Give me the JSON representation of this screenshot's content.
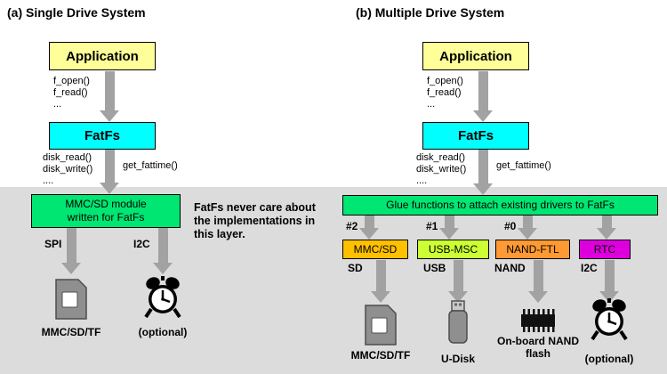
{
  "panels": {
    "left": {
      "title": "(a) Single Drive System",
      "application": "Application",
      "api_calls": [
        "f_open()",
        "f_read()",
        "..."
      ],
      "fatfs": "FatFs",
      "disk_calls": [
        "disk_read()",
        "disk_write()",
        "...."
      ],
      "get_fattime": "get_fattime()",
      "module": "MMC/SD module written for FatFs",
      "note": "FatFs never care about the implementations in this layer.",
      "buses": [
        "SPI",
        "I2C"
      ],
      "devices": [
        "MMC/SD/TF",
        "(optional)"
      ]
    },
    "right": {
      "title": "(b) Multiple Drive System",
      "application": "Application",
      "api_calls": [
        "f_open()",
        "f_read()",
        "..."
      ],
      "fatfs": "FatFs",
      "disk_calls": [
        "disk_read()",
        "disk_write()",
        "...."
      ],
      "get_fattime": "get_fattime()",
      "glue": "Glue functions to attach existing drivers to FatFs",
      "drive_ids": [
        "#2",
        "#1",
        "#0"
      ],
      "drivers": [
        {
          "label": "MMC/SD",
          "color": "#FFC000",
          "bus": "SD",
          "device": "MMC/SD/TF"
        },
        {
          "label": "USB-MSC",
          "color": "#CCFF33",
          "bus": "USB",
          "device": "U-Disk"
        },
        {
          "label": "NAND-FTL",
          "color": "#FF9933",
          "bus": "NAND",
          "device": "On-board NAND flash"
        },
        {
          "label": "RTC",
          "color": "#DD00DD",
          "bus": "I2C",
          "device": "(optional)"
        }
      ]
    }
  },
  "colors": {
    "application_bg": "#FFFF99",
    "fatfs_bg": "#00FFFF",
    "module_bg": "#00E673",
    "layer_bg": "#DCDCDC",
    "arrow": "#A2A2A2"
  }
}
